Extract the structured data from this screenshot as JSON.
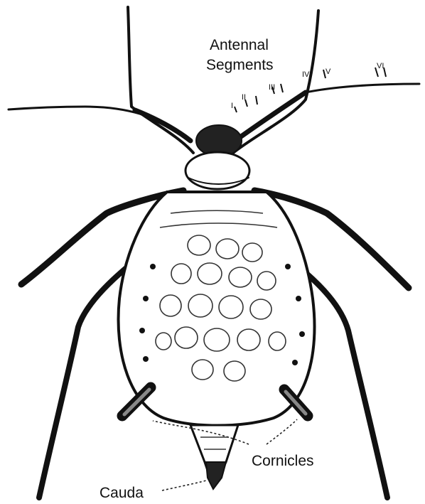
{
  "labels": {
    "antennal_segments_line1": "Antennal",
    "antennal_segments_line2": "Segments",
    "antenna_roman": [
      "I",
      "II",
      "III",
      "IV",
      "V",
      "VI"
    ],
    "cornicles": "Cornicles",
    "cauda": "Cauda"
  },
  "colors": {
    "ink": "#111111",
    "background": "#ffffff"
  }
}
